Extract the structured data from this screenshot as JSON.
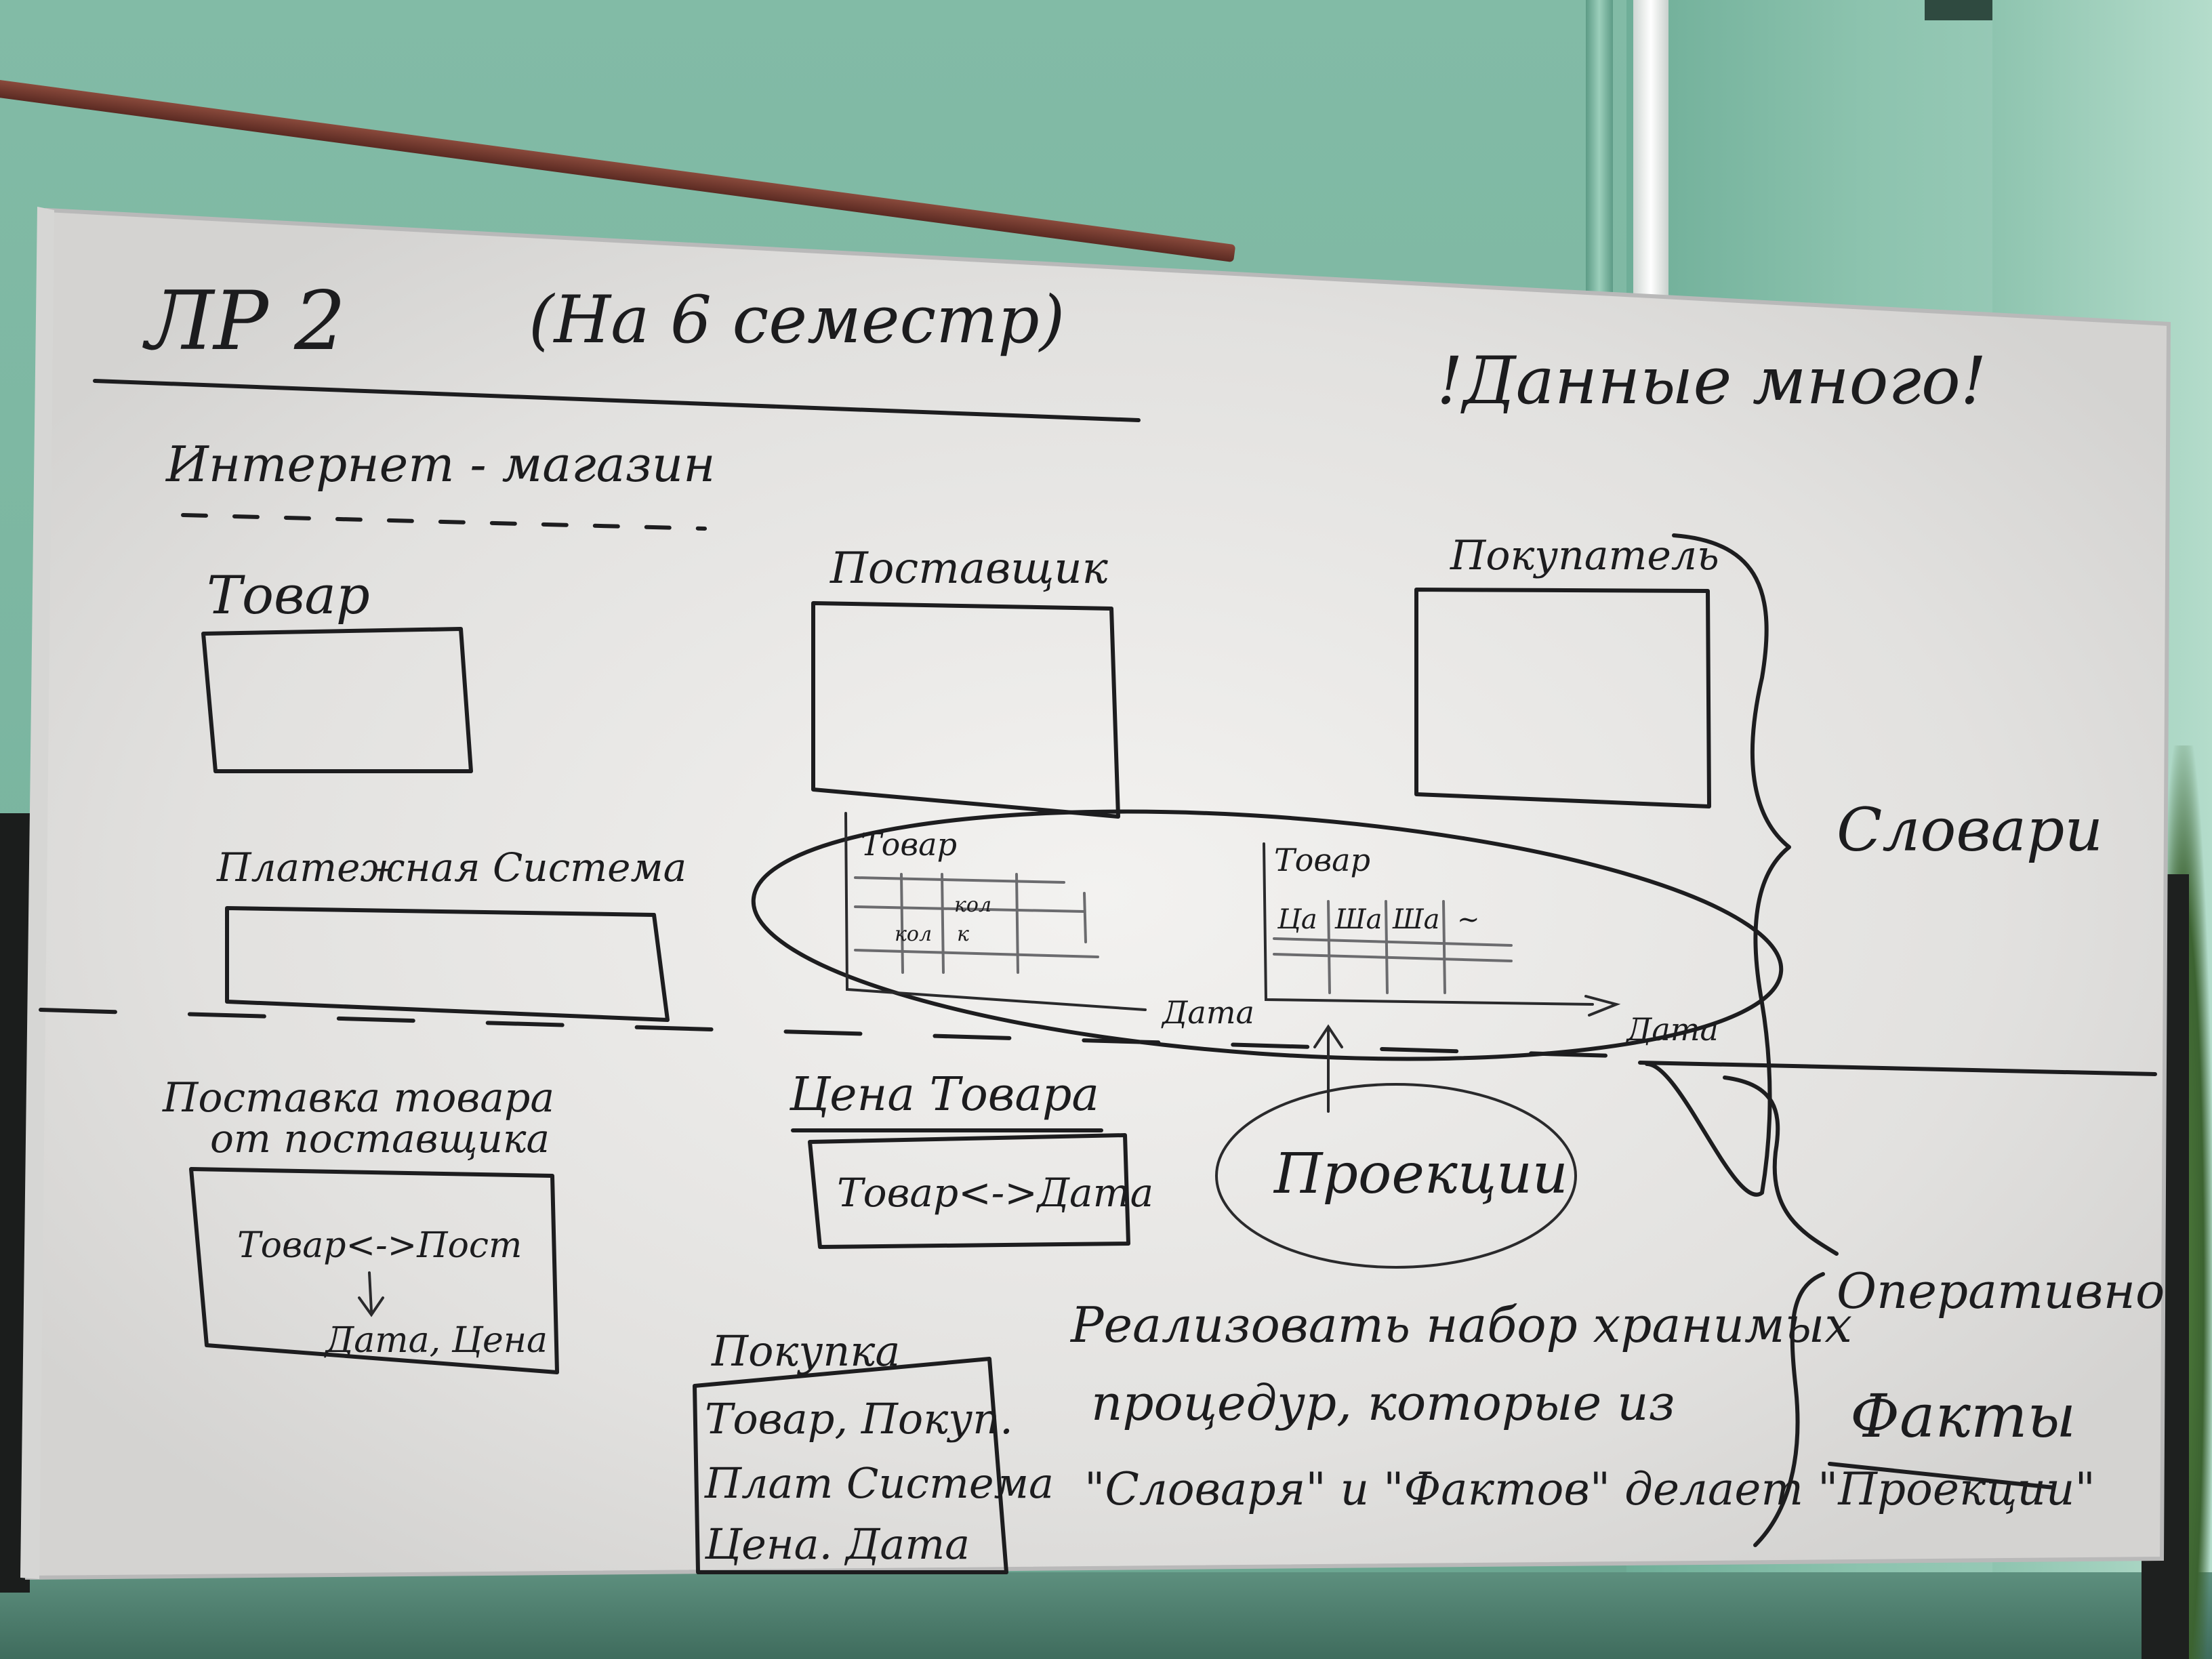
{
  "title": "ЛР 2",
  "subtitle": "(На 6 семестр)",
  "note": "!Данные много!",
  "topic": "Интернет - магазин",
  "dictionaries": {
    "entities": [
      "Товар",
      "Поставщик",
      "Покупатель",
      "Платежная Система"
    ],
    "label": "Словари"
  },
  "facts_label_1": "Оперативно",
  "facts_label_2": "Факты",
  "history_left": {
    "header": "Товар",
    "cols": [
      "кол",
      "кол",
      "к"
    ],
    "footer": "Дата"
  },
  "history_right": {
    "header": "Товар",
    "cols": [
      "Ца",
      "Ша",
      "Ша",
      "~"
    ],
    "footer": "Дата"
  },
  "projection": "Проекции",
  "facts": {
    "delivery": {
      "title_line1": "Поставка товара",
      "title_line2": "от поставщика",
      "line1": "Товар<->Пост",
      "line2": "Дата, Цена"
    },
    "price": {
      "title": "Цена Товара",
      "line1": "Товар<->Дата"
    },
    "purchase": {
      "title": "Покупка",
      "lines": [
        "Товар, Покуп.",
        "Плат Система",
        "Цена. Дата"
      ]
    }
  },
  "task": {
    "line1": "Реализовать набор хранимых",
    "line2": "процедур, которые из",
    "line3": "\"Словаря\" и \"Фактов\" делает \"Проекции\""
  }
}
